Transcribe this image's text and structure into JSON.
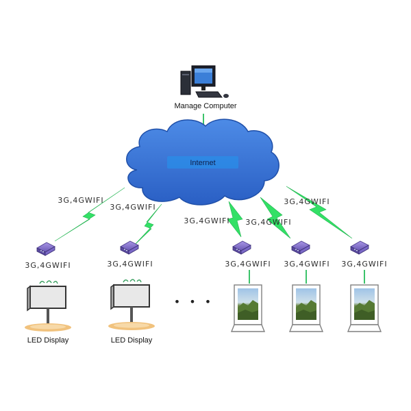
{
  "nodes": {
    "manager_label": "Manage Computer",
    "cloud_label": "Internet",
    "led_display_label": "LED Display",
    "ellipsis": "• • •"
  },
  "links": {
    "wireless_label": "3G,4GWIFI"
  },
  "colors": {
    "cloud": "#2f6fd0",
    "cloud_band": "#2a8ee8",
    "wireless": "#33e066",
    "wired": "#3cc36a",
    "router": "#8e7bd6"
  },
  "icons": [
    "computer-icon",
    "cloud-icon",
    "router-icon",
    "led-billboard-icon",
    "kiosk-screen-icon",
    "lightning-icon"
  ]
}
